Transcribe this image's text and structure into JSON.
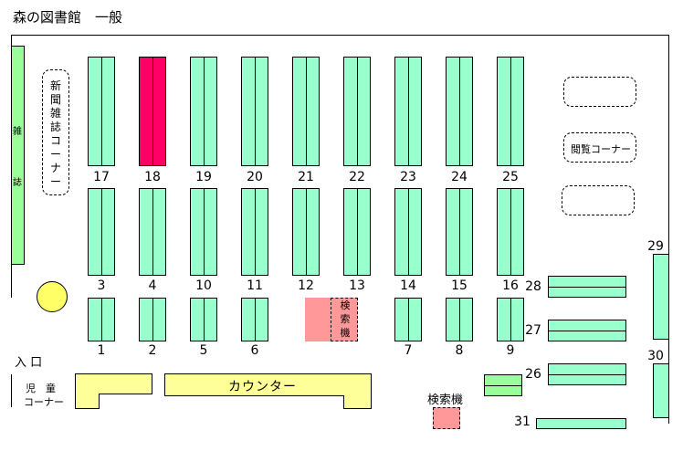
{
  "title": "森の図書館　一般",
  "areas": {
    "magazine": [
      "雑",
      "誌"
    ],
    "newspaper_corner": [
      "新",
      "聞",
      "雑",
      "誌",
      "コ",
      "ー",
      "ナ",
      "ー"
    ],
    "reading_corner": "閲覧コーナー",
    "entrance": "入 口",
    "kids_corner_line1": "児　童",
    "kids_corner_line2": "コーナー",
    "counter": "カウンター",
    "search_terminal_vertical": [
      "検",
      "索",
      "機"
    ],
    "search_terminal": "検索機"
  },
  "shelves": {
    "upper_row": [
      "17",
      "18",
      "19",
      "20",
      "21",
      "22",
      "23",
      "24",
      "25"
    ],
    "middle_row": [
      "3",
      "4",
      "10",
      "11",
      "12",
      "13",
      "14",
      "15",
      "16"
    ],
    "lower_row": [
      "1",
      "2",
      "5",
      "6",
      "7",
      "8",
      "9"
    ],
    "right_side": [
      "28",
      "27",
      "26",
      "31",
      "29",
      "30"
    ],
    "highlighted": "18"
  },
  "colors": {
    "shelf": "#99ffcc",
    "highlighted_shelf": "#ff0066",
    "search_terminal": "#ff9999",
    "counter": "#ffff99",
    "magazine_rack": "#99ff99",
    "pillar": "#ffff66"
  }
}
